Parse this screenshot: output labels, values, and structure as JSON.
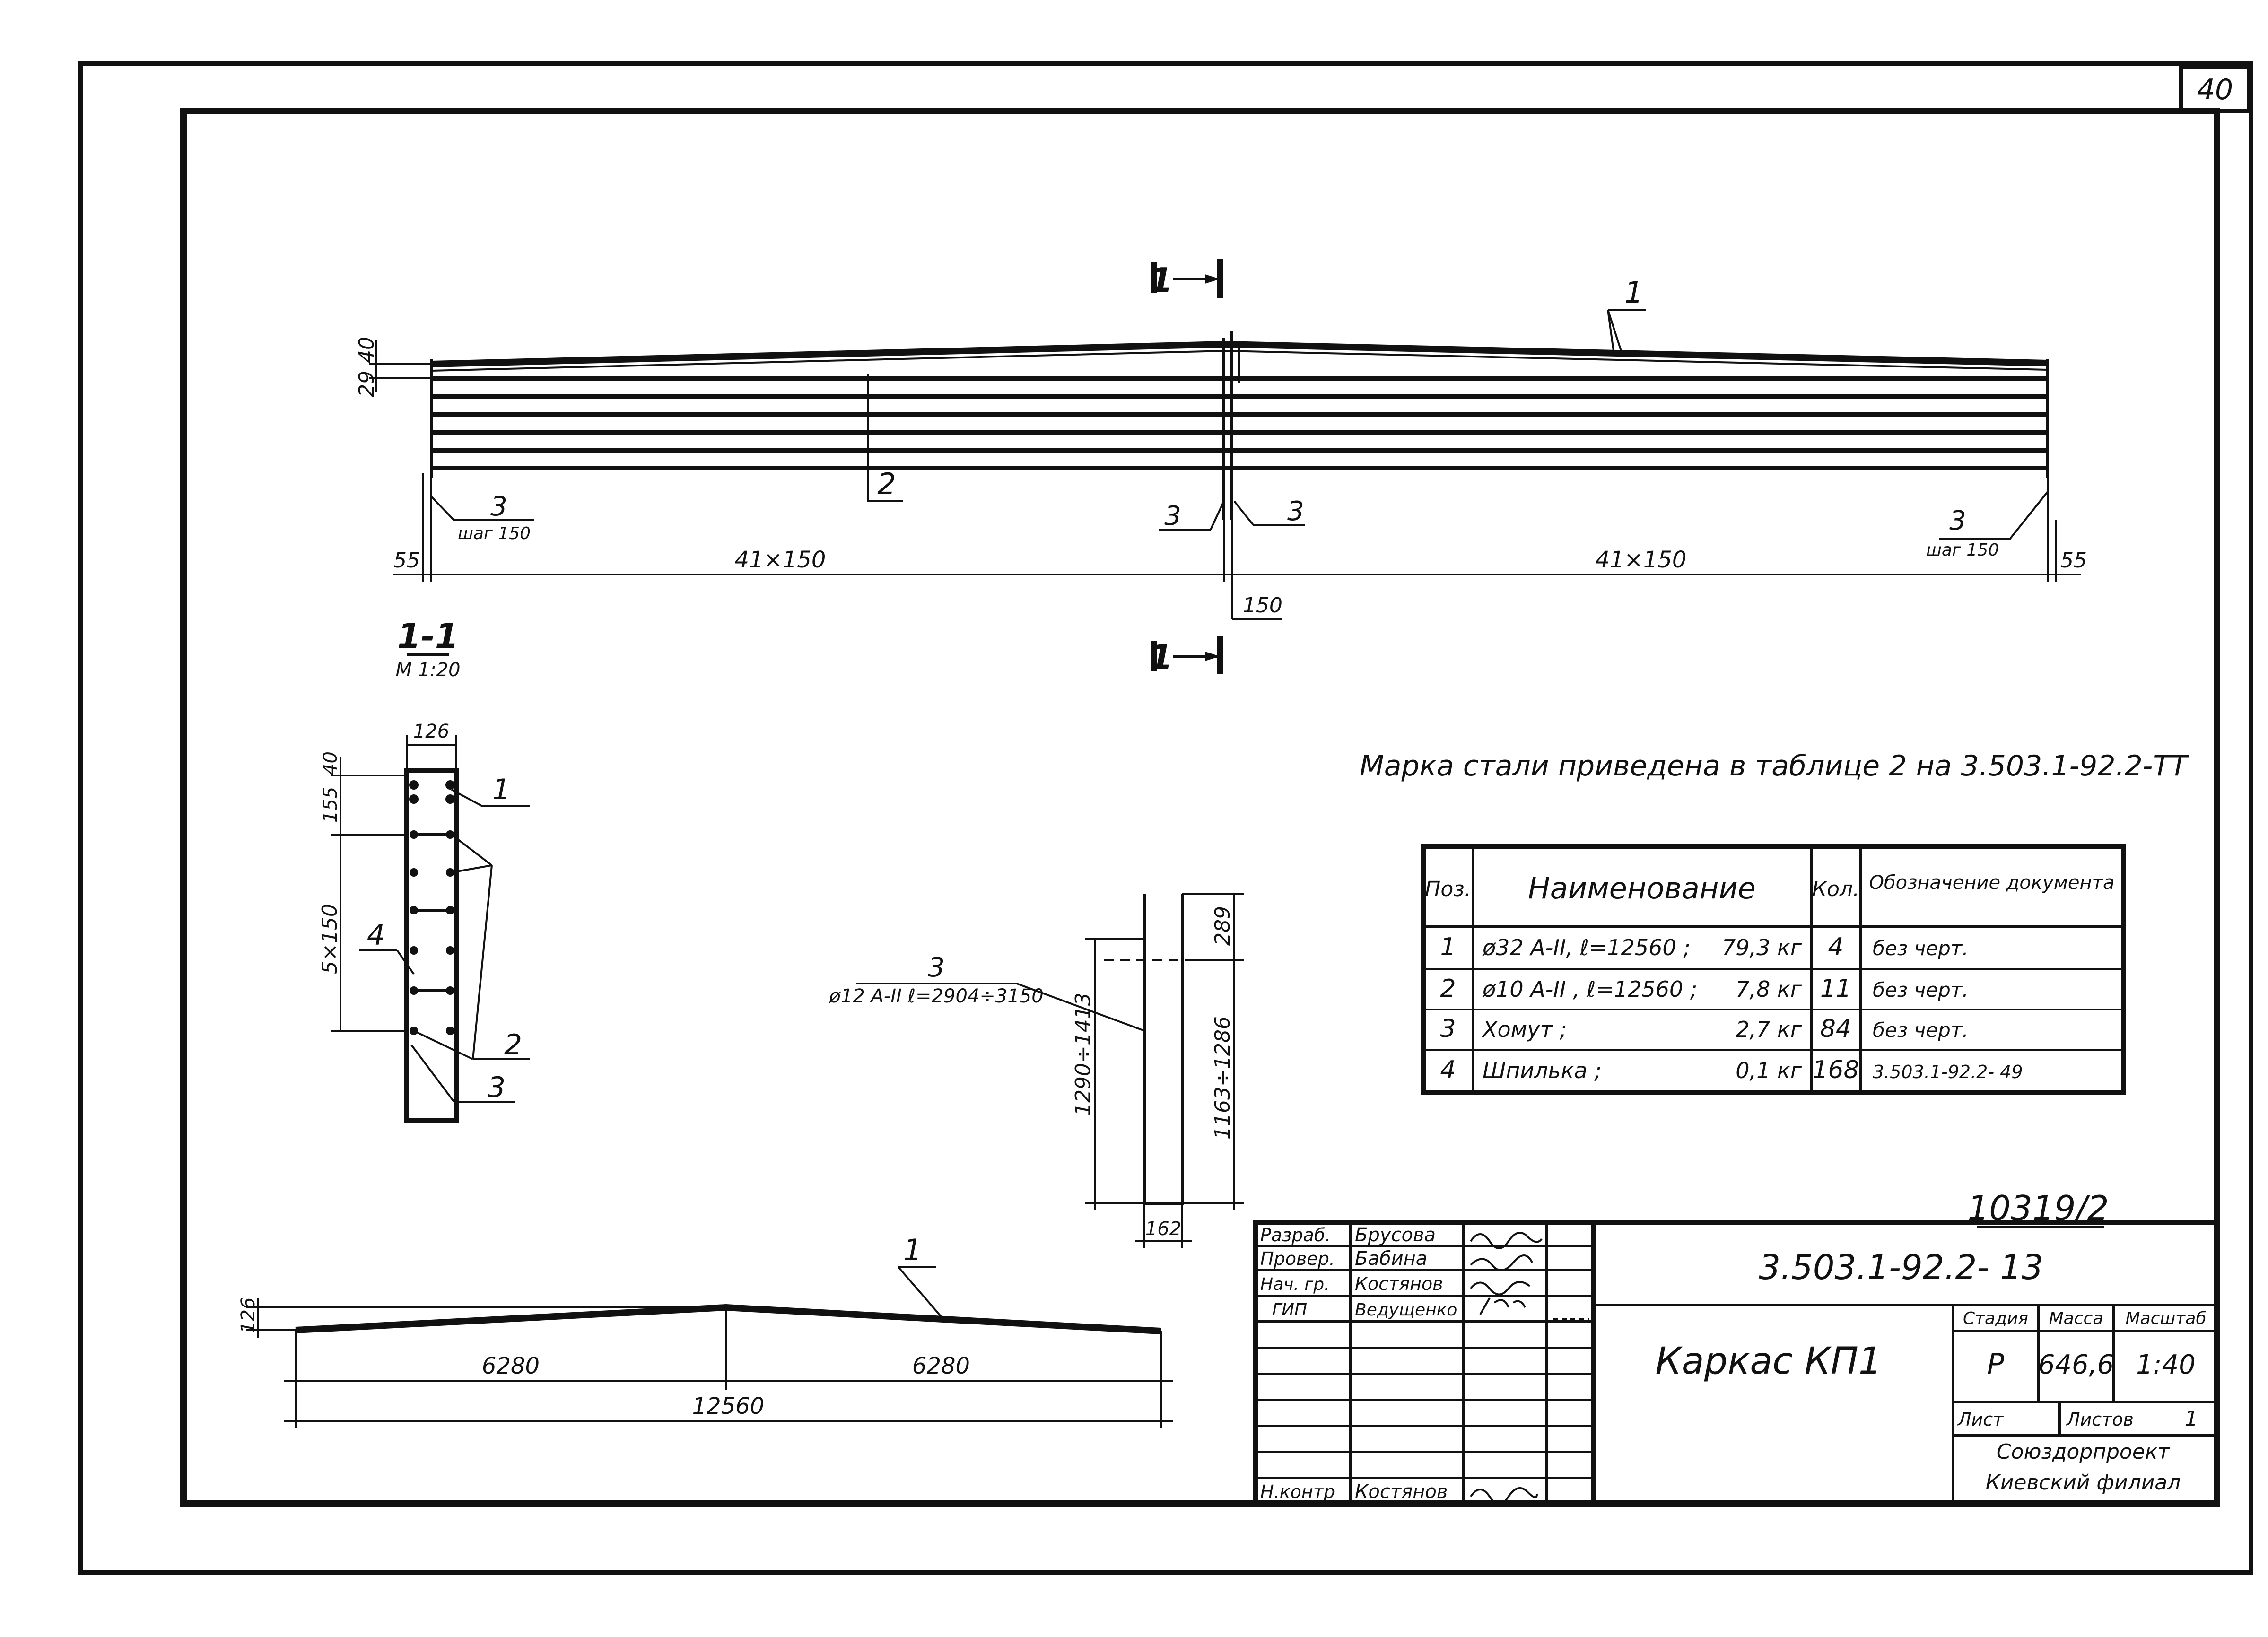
{
  "sheet": {
    "number": "40",
    "archive_number": "10319/2"
  },
  "elevation": {
    "section_mark_top": "1",
    "section_mark_bottom": "1",
    "callout_1": "1",
    "callout_2": "2",
    "callout_3_left": "3",
    "callout_3_left_step": "шаг 150",
    "callout_3_mid_left": "3",
    "callout_3_mid_right": "3",
    "callout_3_right": "3",
    "callout_3_right_step": "шаг 150",
    "dim_top_a": "29",
    "dim_top_b": "40",
    "dim_end_left": "55",
    "dim_span_left": "41×150",
    "dim_mid": "150",
    "dim_span_right": "41×150",
    "dim_end_right": "55"
  },
  "section": {
    "title": "1-1",
    "scale": "М 1:20",
    "dim_width": "126",
    "dim_top": "40",
    "dim_155": "155",
    "dim_5x150": "5×150",
    "callout_1": "1",
    "callout_2": "2",
    "callout_3": "3",
    "callout_4": "4"
  },
  "stirrup": {
    "label_pos": "3",
    "label_desc": "ø12 А-II  ℓ=2904÷3150",
    "dim_289": "289",
    "dim_left": "1290÷1413",
    "dim_right": "1163÷1286",
    "dim_bottom": "162"
  },
  "profile": {
    "callout_1": "1",
    "dim_rise": "126",
    "dim_left": "6280",
    "dim_right": "6280",
    "dim_total": "12560"
  },
  "note": "Марка стали приведена в таблице 2 на 3.503.1-92.2-ТТ",
  "spec_table": {
    "headers": [
      "Поз.",
      "Наименование",
      "Кол.",
      "Обозначение документа"
    ],
    "rows": [
      {
        "pos": "1",
        "name": "ø32 А-II, ℓ=12560 ;",
        "mass": "79,3 кг",
        "qty": "4",
        "doc": "без черт."
      },
      {
        "pos": "2",
        "name": "ø10 А-II , ℓ=12560 ;",
        "mass": "7,8 кг",
        "qty": "11",
        "doc": "без черт."
      },
      {
        "pos": "3",
        "name": "Хомут ;",
        "mass": "2,7 кг",
        "qty": "84",
        "doc": "без черт."
      },
      {
        "pos": "4",
        "name": "Шпилька ;",
        "mass": "0,1 кг",
        "qty": "168",
        "doc": "3.503.1-92.2- 49"
      }
    ]
  },
  "title_block": {
    "staff": [
      {
        "role": "Разраб.",
        "name": "Брусова"
      },
      {
        "role": "Провер.",
        "name": "Бабина"
      },
      {
        "role": "Нач. гр.",
        "name": "Костянов"
      },
      {
        "role": "ГИП",
        "name": "Ведущенко"
      }
    ],
    "norm_control_role": "Н.контр",
    "norm_control_name": "Костянов",
    "doc_code": "3.503.1-92.2- 13",
    "title": "Каркас КП1",
    "stage_label": "Стадия",
    "mass_label": "Масса",
    "scale_label": "Масштаб",
    "stage": "Р",
    "mass": "646,6",
    "scale": "1:40",
    "sheet_label": "Лист",
    "sheets_label": "Листов",
    "sheets": "1",
    "org_line1": "Союздорпроект",
    "org_line2": "Киевский филиал"
  }
}
